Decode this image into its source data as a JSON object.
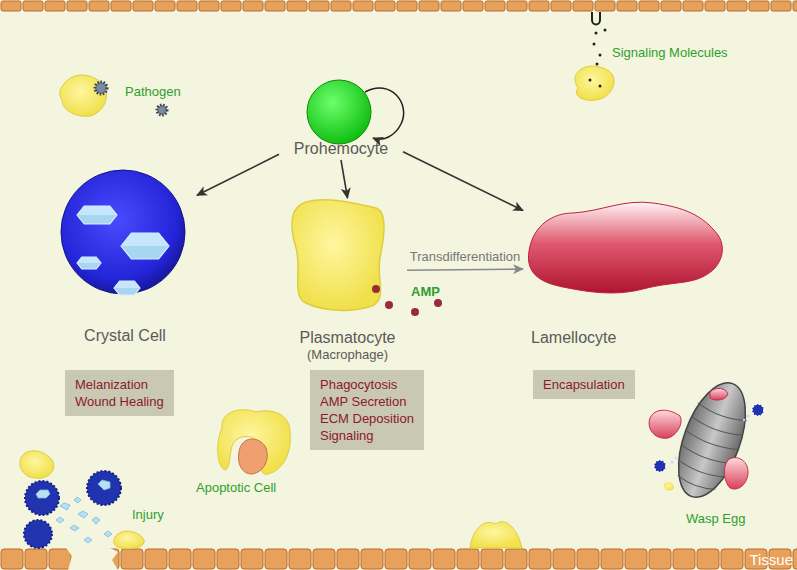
{
  "diagram": {
    "nodes": [
      {
        "text": [
          "Prohemocyte"
        ]
      },
      {
        "text": [
          "Crystal Cell"
        ]
      },
      {
        "text": [
          "Plasmatocyte",
          "(Macrophage)"
        ]
      },
      {
        "text": [
          "Lamellocyte"
        ]
      },
      {
        "text": [
          "Melanization",
          "Wound Healing"
        ]
      },
      {
        "text": [
          "Phagocytosis",
          "AMP Secretion",
          "ECM Deposition",
          "Signaling"
        ]
      },
      {
        "text": [
          "Encapsulation"
        ]
      }
    ],
    "edges": [
      {
        "from": 0,
        "to": 1,
        "arrow": "to"
      },
      {
        "from": 0,
        "to": 2,
        "arrow": "to"
      },
      {
        "from": 0,
        "to": 3,
        "arrow": "to"
      },
      {
        "from": 2,
        "to": 3,
        "label": "Transdifferentiation",
        "arrow": "to"
      }
    ],
    "labels": [
      "Pathogen",
      "Signaling Molecules",
      "AMP",
      "Apoptotic Cell",
      "Injury",
      "Wasp Egg",
      "Tissue"
    ]
  }
}
